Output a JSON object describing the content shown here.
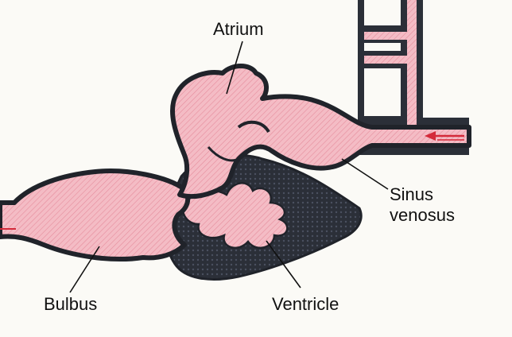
{
  "labels": {
    "atrium": "Atrium",
    "sinus_line1": "Sinus",
    "sinus_line2": "venosus",
    "bulbus": "Bulbus",
    "ventricle": "Ventricle"
  },
  "colors": {
    "tissue": "#f2b3bd",
    "wall": "#2b2f38",
    "background": "#fbfaf6",
    "flow_arrow": "#d42a3a"
  }
}
